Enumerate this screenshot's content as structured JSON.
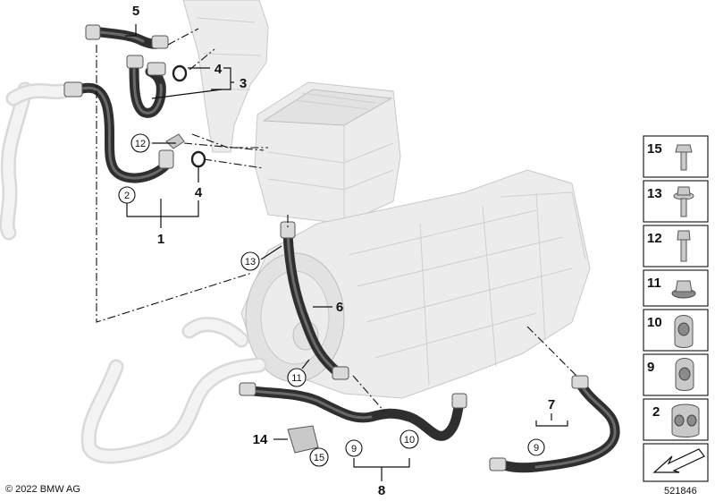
{
  "diagram": {
    "callouts": {
      "n1": "1",
      "n3": "3",
      "n4a": "4",
      "n4b": "4",
      "n5": "5",
      "n6": "6",
      "n7": "7",
      "n8": "8",
      "n14": "14"
    },
    "circled": {
      "c2": "2",
      "c12": "12",
      "c13": "13",
      "c11": "11",
      "c9a": "9",
      "c10": "10",
      "c9b": "9",
      "c15": "15"
    },
    "legend": [
      {
        "num": "15",
        "part": "bolt-short-icon"
      },
      {
        "num": "13",
        "part": "flange-bolt-icon"
      },
      {
        "num": "12",
        "part": "bolt-icon"
      },
      {
        "num": "11",
        "part": "nut-icon"
      },
      {
        "num": "10",
        "part": "hose-clip-icon"
      },
      {
        "num": "9",
        "part": "hose-clip-icon"
      },
      {
        "num": "2",
        "part": "double-hose-clip-icon"
      }
    ]
  },
  "footer": {
    "copyright": "© 2022 BMW AG",
    "diagram_id": "521846"
  }
}
